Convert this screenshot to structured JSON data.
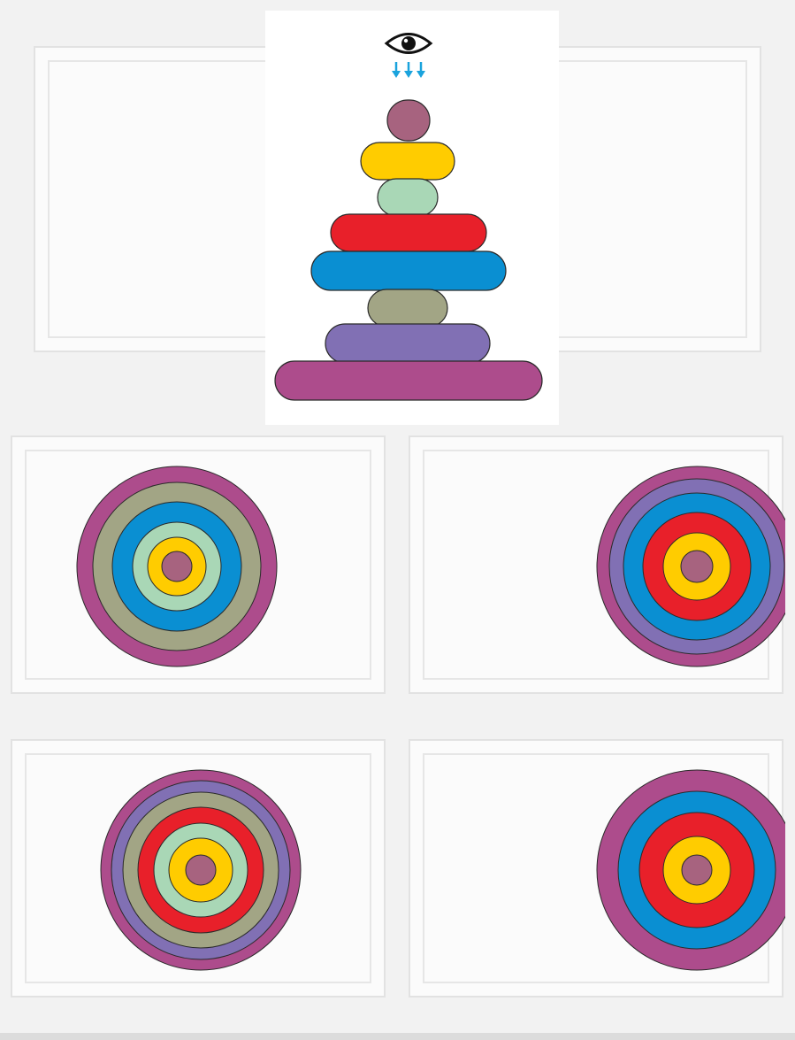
{
  "question": {
    "viewpoint_icon": "eye-icon",
    "direction_icon": "down-arrows-icon",
    "pyramid_rings_top_to_bottom": [
      "mauve",
      "yellow",
      "mint",
      "red",
      "blue",
      "sage",
      "lavender",
      "magenta"
    ]
  },
  "colors": {
    "mauve": "#a7637f",
    "yellow": "#ffcc00",
    "mint": "#a9d7b6",
    "red": "#e8202a",
    "blue": "#0a8fd2",
    "sage": "#a2a585",
    "lavender": "#8170b4",
    "magenta": "#ad4c8c",
    "arrow": "#1aa3dd"
  },
  "options": [
    {
      "rings_outer_to_inner": [
        "magenta",
        "sage",
        "blue",
        "mint",
        "yellow",
        "mauve"
      ]
    },
    {
      "rings_outer_to_inner": [
        "magenta",
        "lavender",
        "blue",
        "red",
        "yellow",
        "mauve"
      ]
    },
    {
      "rings_outer_to_inner": [
        "magenta",
        "lavender",
        "sage",
        "red",
        "mint",
        "yellow",
        "mauve"
      ]
    },
    {
      "rings_outer_to_inner": [
        "magenta",
        "blue",
        "red",
        "yellow",
        "mauve"
      ]
    }
  ]
}
